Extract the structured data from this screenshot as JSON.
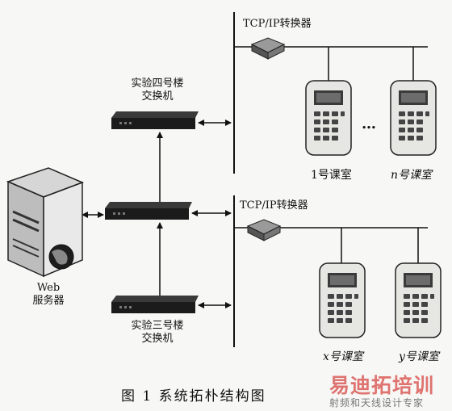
{
  "tcp_converter_top": "TCP/IP转换器",
  "tcp_converter_bottom": "TCP/IP转换器",
  "switch_building4": {
    "line1": "实验四号楼",
    "line2": "交换机"
  },
  "switch_building3": {
    "line1": "实验三号楼",
    "line2": "交换机"
  },
  "web_server": {
    "line1": "Web",
    "line2": "服务器"
  },
  "classrooms": {
    "room1": "1号课室",
    "room_n": "n号课室",
    "room_x": "x号课室",
    "room_y": "y号课室",
    "ellipsis": "…"
  },
  "caption": "图 1    系统拓朴结构图",
  "watermark": {
    "brand": "易迪拓培训",
    "tagline": "射频和天线设计专家"
  }
}
